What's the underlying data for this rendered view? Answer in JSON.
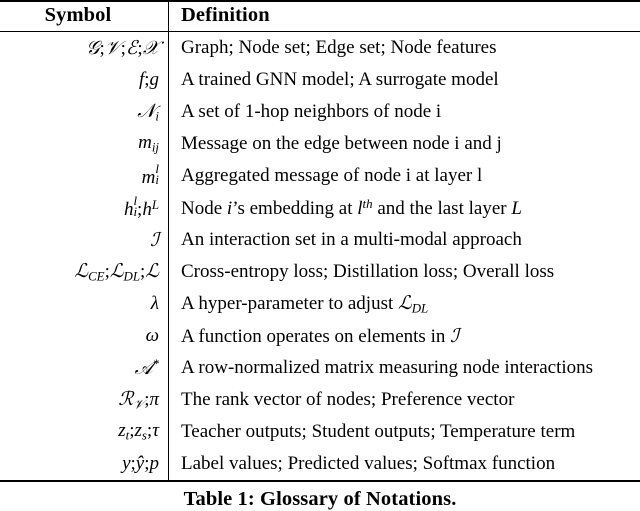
{
  "table": {
    "headers": {
      "symbol": "Symbol",
      "definition": "Definition"
    },
    "rows": [
      {
        "symbol_text": "ℊ;ν;ℰ;ᵋ3",
        "definition": "Graph; Node set; Edge set; Node features"
      },
      {
        "symbol_text": "f;g",
        "definition": "A trained GNN model; A surrogate model"
      },
      {
        "symbol_text": "N_i",
        "definition": "A set of 1-hop neighbors of node i"
      },
      {
        "symbol_text": "m_ij",
        "definition": "Message on the edge between node i and j"
      },
      {
        "symbol_text": "m_i^l",
        "definition": "Aggregated message of node i at layer l"
      },
      {
        "symbol_text": "h_i^l; h^L",
        "definition": "Node i’s embedding at lᵗʰ and the last layer L"
      },
      {
        "symbol_text": "I",
        "definition": "An interaction set in a multi-modal approach"
      },
      {
        "symbol_text": "L_CE; L_DL; L",
        "definition": "Cross-entropy loss; Distillation loss; Overall loss"
      },
      {
        "symbol_text": "λ",
        "definition": "A hyper-parameter to adjust L_DL"
      },
      {
        "symbol_text": "ω",
        "definition": "A function operates on elements in I"
      },
      {
        "symbol_text": "A*",
        "definition": "A row-normalized matrix measuring node interactions"
      },
      {
        "symbol_text": "R_V; π",
        "definition": "The rank vector of nodes; Preference vector"
      },
      {
        "symbol_text": "z_t; z_s; τ",
        "definition": "Teacher outputs; Student outputs; Temperature term"
      },
      {
        "symbol_text": "y; ŷ; p",
        "definition": "Label values; Predicted values; Softmax function"
      }
    ]
  },
  "caption": "Table 1: Glossary of Notations."
}
